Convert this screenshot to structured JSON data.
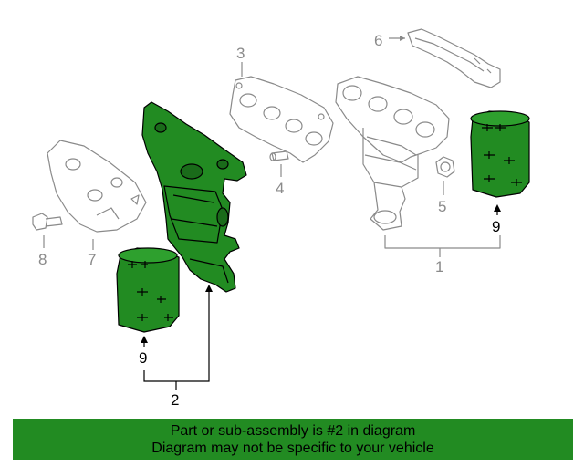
{
  "diagram": {
    "callouts": {
      "c1": "1",
      "c2": "2",
      "c3": "3",
      "c4": "4",
      "c5": "5",
      "c6": "6",
      "c7": "7",
      "c8": "8",
      "c9_left": "9",
      "c9_right": "9"
    },
    "highlight_color": "#228b22",
    "part_outline_color": "#8a8a8a"
  },
  "footer": {
    "line1": "Part or sub-assembly is #2 in diagram",
    "line2": "Diagram may not be specific to your vehicle",
    "background": "#228b22"
  }
}
